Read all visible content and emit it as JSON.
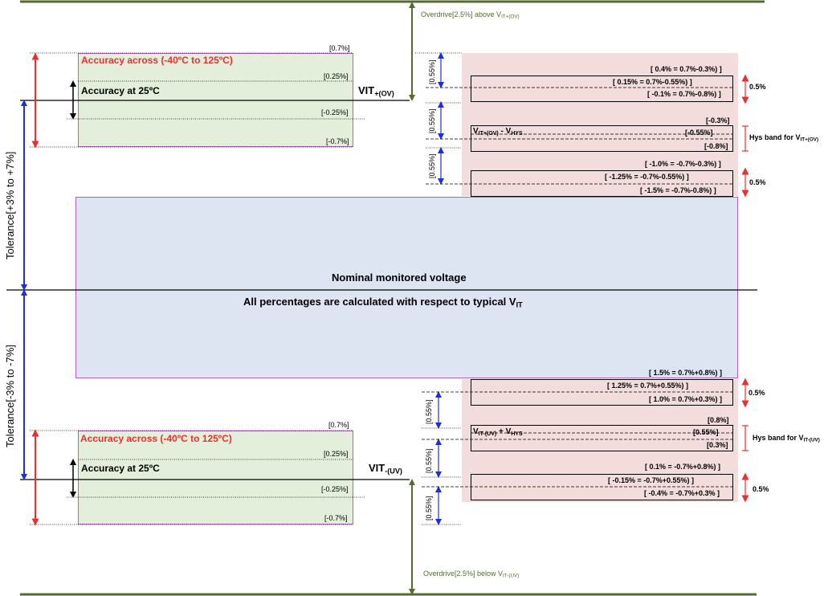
{
  "center": {
    "nominal_label": "Nominal monitored voltage",
    "percentages_note_prefix": "All percentages are calculated with respect to typical V",
    "percentages_note_sub": "IT"
  },
  "upper": {
    "overdrive_prefix": "Overdrive[2.5%] above V",
    "overdrive_sub": "IT+(OV)",
    "accuracy_across": "Accuracy across (-40ºC to 125ºC)",
    "accuracy_25": "Accuracy at 25ºC",
    "vit_label": "VIT",
    "vit_sub": "+(OV)",
    "tol_0_7": "[0.7%]",
    "tol_0_25": "[0.25%]",
    "tol_m0_25": "[-0.25%]",
    "tol_m0_7": "[-0.7%]",
    "gap_1": "[0.55%]",
    "gap_2": "[0.55%]",
    "gap_3": "[0.55%]",
    "band1_top": "[ 0.4% = 0.7%-0.3%) ]",
    "band1_mid": "[ 0.15% = 0.7%-0.55%) ]",
    "band1_bot": "[ -0.1% = 0.7%-0.8%) ]",
    "band1_side": "0.5%",
    "hys_top": "[-0.3%]",
    "hys_mid": "[-0.55%]",
    "hys_bot": "[-0.8%]",
    "hys_formula_a": "V",
    "hys_formula_a_sub": "IT+(OV)",
    "hys_formula_op": " - V",
    "hys_formula_b_sub": "HYS",
    "hys_side_prefix": "Hys band for V",
    "hys_side_sub": "IT+(OV)",
    "band2_top": "[ -1.0% = -0.7%-0.3%) ]",
    "band2_mid": "[ -1.25% = -0.7%-0.55%) ]",
    "band2_bot": "[ -1.5% = -0.7%-0.8%) ]",
    "band2_side": "0.5%",
    "tolerance_label": "Tolerance[+3% to +7%]"
  },
  "lower": {
    "overdrive_prefix": "Overdrive[2.5%] below V",
    "overdrive_sub": "IT-(UV)",
    "accuracy_across": "Accuracy across (-40ºC to 125ºC)",
    "accuracy_25": "Accuracy at 25ºC",
    "vit_label": "VIT",
    "vit_sub": "-(UV)",
    "tol_0_7": "[0.7%]",
    "tol_0_25": "[0.25%]",
    "tol_m0_25": "[-0.25%]",
    "tol_m0_7": "[-0.7%]",
    "gap_1": "[0.55%]",
    "gap_2": "[0.55%]",
    "gap_3": "[0.55%]",
    "band1_top": "[ 1.5% = 0.7%+0.8%) ]",
    "band1_mid": "[ 1.25% = 0.7%+0.55%) ]",
    "band1_bot": "[ 1.0% = 0.7%+0.3%) ]",
    "band1_side": "0.5%",
    "hys_top": "[0.8%]",
    "hys_mid": "[0.55%]",
    "hys_bot": "[0.3%]",
    "hys_formula_a": "V",
    "hys_formula_a_sub": "IT-(UV)",
    "hys_formula_op": " + V",
    "hys_formula_b_sub": "HYS",
    "hys_side_prefix": "Hys band for V",
    "hys_side_sub": "IT-(UV)",
    "band2_top": "[ 0.1% = -0.7%+0.8%) ]",
    "band2_mid": "[ -0.15% = -0.7%+0.55%) ]",
    "band2_bot": "[ -0.4% = -0.7%+0.3% ]",
    "band2_side": "0.5%",
    "tolerance_label": "Tolerance[-3% to -7%]"
  },
  "colors": {
    "olive": "#556b2f",
    "red_arrow": "#e8312f",
    "blue_arrow": "#1f2fd6",
    "green_fill": "#e3efda",
    "pink_fill": "#f2dcdc",
    "blue_fill": "#dde5f2",
    "box_border": "#b75fc9"
  }
}
